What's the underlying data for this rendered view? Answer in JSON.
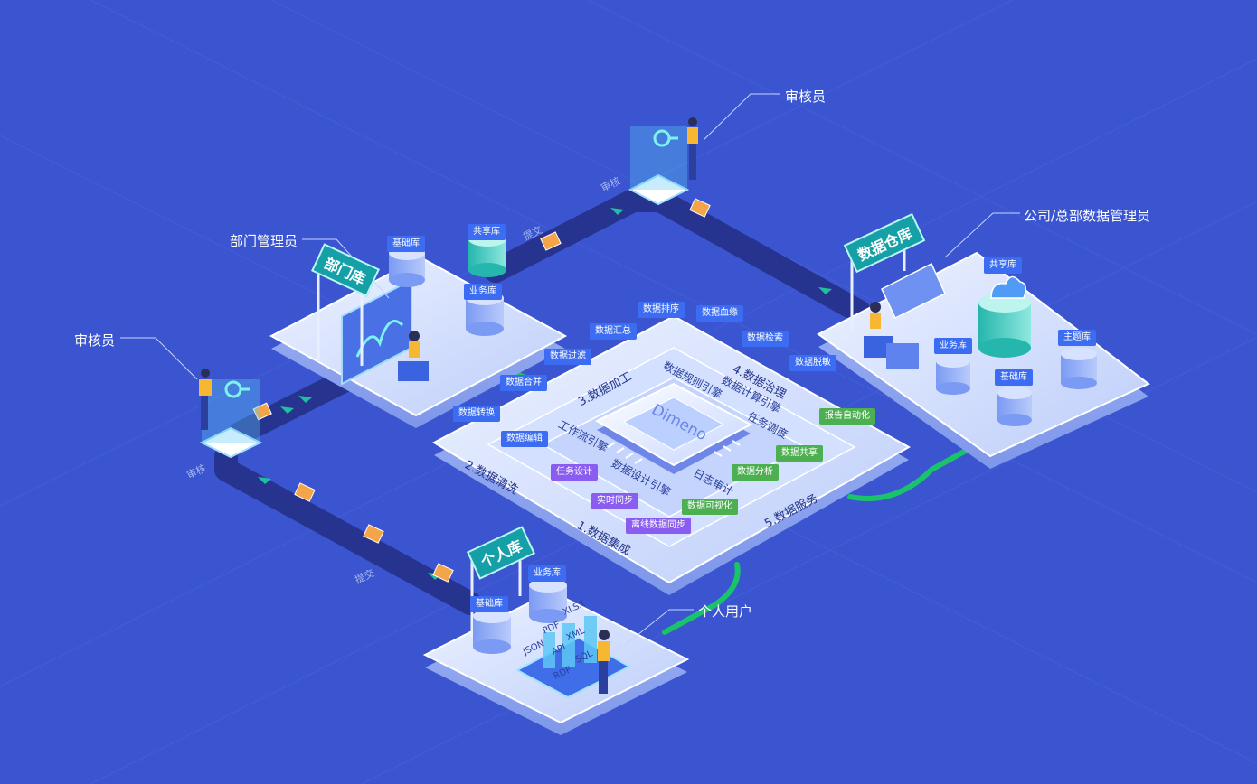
{
  "callouts": {
    "auditor_top": "审核员",
    "auditor_left": "审核员",
    "dept_admin": "部门管理员",
    "company_admin": "公司/总部数据管理员",
    "personal_user": "个人用户"
  },
  "path_labels": {
    "review_top": "审核",
    "submit_top": "提交",
    "review_left": "审核",
    "submit_bottom": "提交"
  },
  "dept": {
    "sign": "部门库",
    "shared_db": "共享库",
    "base_db": "基础库",
    "biz_db": "业务库"
  },
  "warehouse": {
    "sign": "数据仓库",
    "shared_db": "共享库",
    "biz_db": "业务库",
    "base_db": "基础库",
    "topic_db": "主题库"
  },
  "personal": {
    "sign": "个人库",
    "biz_db": "业务库",
    "base_db": "基础库",
    "formats": [
      "PDF",
      "XLSX",
      "JSON",
      "API",
      "XML",
      "RDF",
      "SQL"
    ]
  },
  "center": {
    "chip": "Dimeno",
    "stages": {
      "s1": "1.数据集成",
      "s2": "2.数据清洗",
      "s3": "3.数据加工",
      "s4": "4.数据治理",
      "s5": "5.数据服务"
    },
    "engines": {
      "workflow": "工作流引擎",
      "data_rule": "数据规则引擎",
      "data_compute": "数据计算引擎",
      "task_schedule": "任务调度",
      "data_design": "数据设计引擎",
      "log_audit": "日志审计"
    },
    "tags": {
      "sort": "数据排序",
      "lineage": "数据血缘",
      "summary": "数据汇总",
      "search": "数据检索",
      "filter": "数据过滤",
      "desensitize": "数据脱敏",
      "merge": "数据合并",
      "report": "报告自动化",
      "convert": "数据转换",
      "share": "数据共享",
      "edit": "数据编辑",
      "analysis": "数据分析",
      "task_design": "任务设计",
      "realtime_sync": "实时同步",
      "visual": "数据可视化",
      "offline_sync": "离线数据同步"
    }
  },
  "colors": {
    "background": "#3a55cf",
    "platform_top": "#dfe9ff",
    "road": "#26338f",
    "teal_sign": "#14a0a6",
    "green_line": "#19c36a",
    "tag_blue": "#3b6cf2",
    "tag_purple": "#8a5cf0",
    "tag_green": "#4caf50"
  },
  "icons": [
    "magnifier-icon",
    "database-icon",
    "cloud-icon",
    "envelope-icon",
    "arrow-icon",
    "chart-icon",
    "gear-icon"
  ]
}
